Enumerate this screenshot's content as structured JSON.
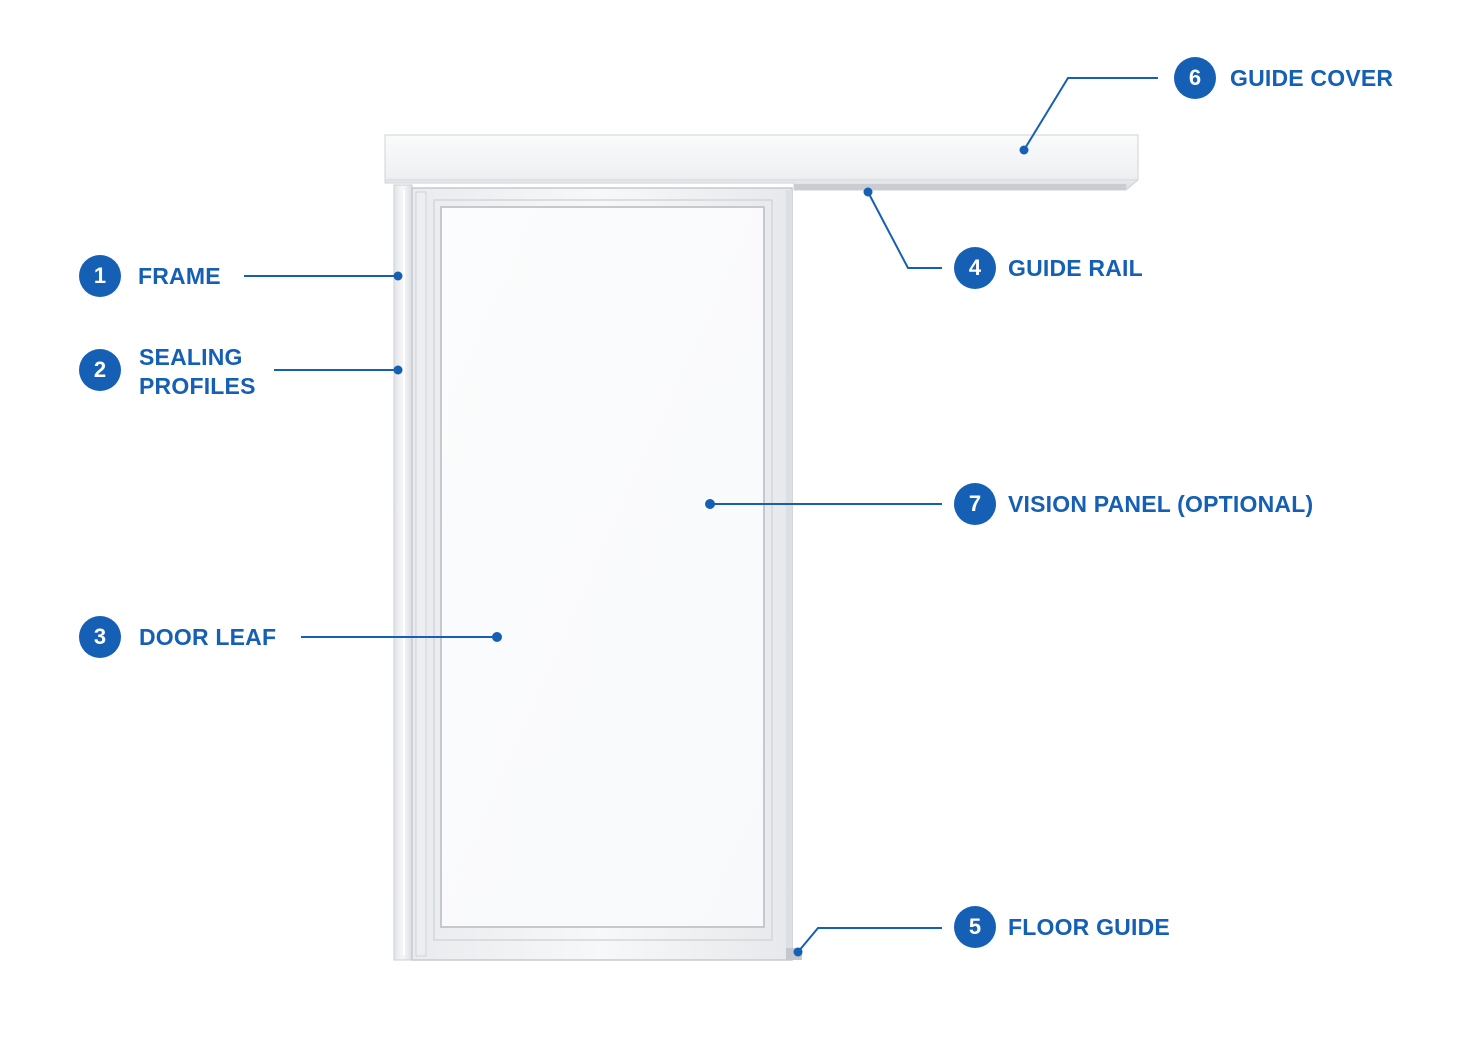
{
  "colors": {
    "accent": "#1560b4",
    "frame_light": "#f4f5f6",
    "frame_mid": "#e4e6e9",
    "frame_shadow": "#c9ccd1",
    "glass": "#fbfcfd"
  },
  "callouts": [
    {
      "number": "1",
      "label": "FRAME"
    },
    {
      "number": "2",
      "label": "SEALING",
      "label2": "PROFILES"
    },
    {
      "number": "3",
      "label": "DOOR LEAF"
    },
    {
      "number": "4",
      "label": "GUIDE RAIL"
    },
    {
      "number": "5",
      "label": "FLOOR GUIDE"
    },
    {
      "number": "6",
      "label": "GUIDE COVER"
    },
    {
      "number": "7",
      "label": "VISION PANEL (OPTIONAL)"
    }
  ]
}
